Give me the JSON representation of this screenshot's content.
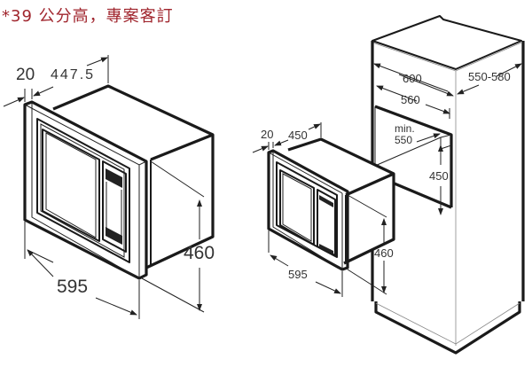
{
  "note": {
    "text": "*39 公分高，專案客訂",
    "color": "#a0252d"
  },
  "left_drawing": {
    "title": "microwave-large",
    "dimensions": {
      "frame_depth": "20",
      "body_depth": "447.5",
      "width": "595",
      "height": "460"
    }
  },
  "right_drawing": {
    "title": "microwave-in-cabinet",
    "microwave_dimensions": {
      "frame_depth": "20",
      "body_depth": "450",
      "width": "595",
      "height": "460"
    },
    "cabinet_dimensions": {
      "outer_width": "600",
      "inner_width": "560",
      "depth": "550-580",
      "min_depth_label": "min.",
      "min_depth": "550",
      "niche_height": "450"
    }
  },
  "colors": {
    "line": "#1a1a1a",
    "text": "#333333",
    "background": "#ffffff"
  }
}
